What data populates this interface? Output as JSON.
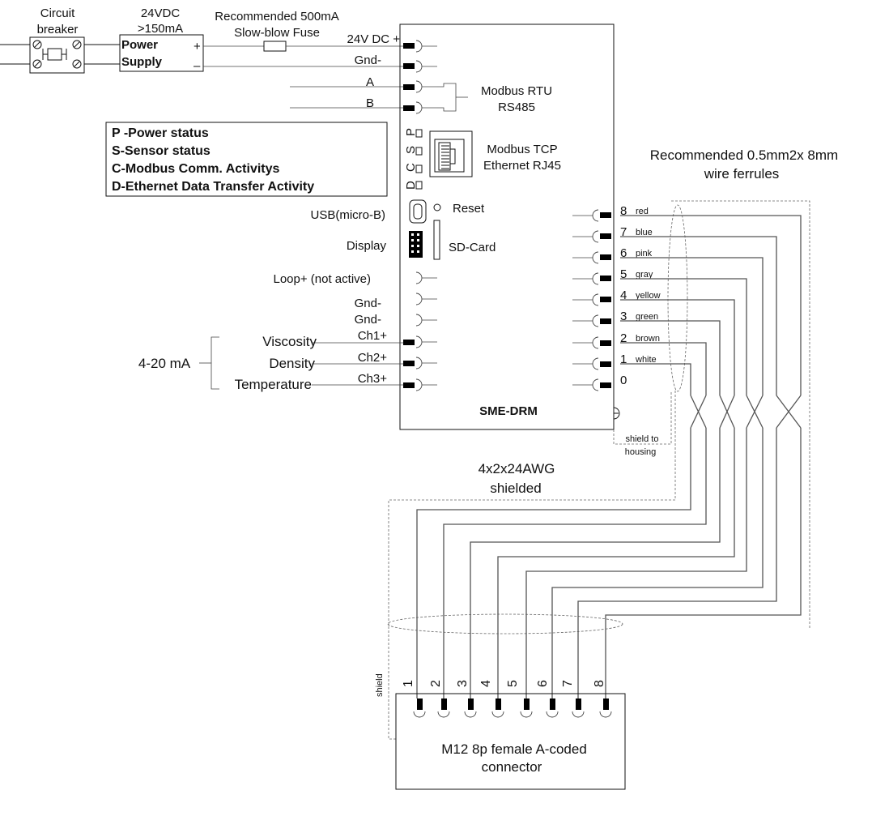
{
  "circuit_breaker": {
    "line1": "Circuit",
    "line2": "breaker"
  },
  "power_supply": {
    "spec1": "24VDC",
    "spec2": ">150mA",
    "label1": "Power",
    "label2": "Supply",
    "plus": "+",
    "minus": "–"
  },
  "fuse": {
    "line1": "Recommended 500mA",
    "line2": "Slow-blow Fuse"
  },
  "left_terminals": {
    "v24": "24V DC +",
    "gnd": "Gnd-",
    "a": "A",
    "b": "B"
  },
  "modbus_rtu": {
    "line1": "Modbus RTU",
    "line2": "RS485"
  },
  "led_legend": [
    "P -Power status",
    "S-Sensor status",
    "C-Modbus Comm. Activitys",
    "D-Ethernet Data Transfer Activity"
  ],
  "led_letters": [
    "P",
    "S",
    "C",
    "D"
  ],
  "modbus_tcp": {
    "line1": "Modbus TCP",
    "line2": "Ethernet RJ45"
  },
  "reset": "Reset",
  "usb": "USB(micro-B)",
  "display": "Display",
  "sdcard": "SD-Card",
  "loop": "Loop+ (not active)",
  "gnd1": "Gnd-",
  "gnd2": "Gnd-",
  "channels": {
    "ch1": "Ch1+",
    "ch2": "Ch2+",
    "ch3": "Ch3+"
  },
  "analog": {
    "range": "4-20 mA",
    "viscosity": "Viscosity",
    "density": "Density",
    "temperature": "Temperature"
  },
  "device_name": "SME-DRM",
  "ferrules": {
    "line1": "Recommended 0.5mm2x 8mm",
    "line2": "wire ferrules"
  },
  "right_pins": [
    {
      "num": "8",
      "color": "red"
    },
    {
      "num": "7",
      "color": "blue"
    },
    {
      "num": "6",
      "color": "pink"
    },
    {
      "num": "5",
      "color": "gray"
    },
    {
      "num": "4",
      "color": "yellow"
    },
    {
      "num": "3",
      "color": "green"
    },
    {
      "num": "2",
      "color": "brown"
    },
    {
      "num": "1",
      "color": "white"
    },
    {
      "num": "0",
      "color": ""
    }
  ],
  "shield_housing": {
    "line1": "shield to",
    "line2": "housing"
  },
  "cable": {
    "line1": "4x2x24AWG",
    "line2": "shielded"
  },
  "shield_label": "shield",
  "m12_pins": [
    "1",
    "2",
    "3",
    "4",
    "5",
    "6",
    "7",
    "8"
  ],
  "m12": {
    "line1": "M12 8p female A-coded",
    "line2": "connector"
  }
}
